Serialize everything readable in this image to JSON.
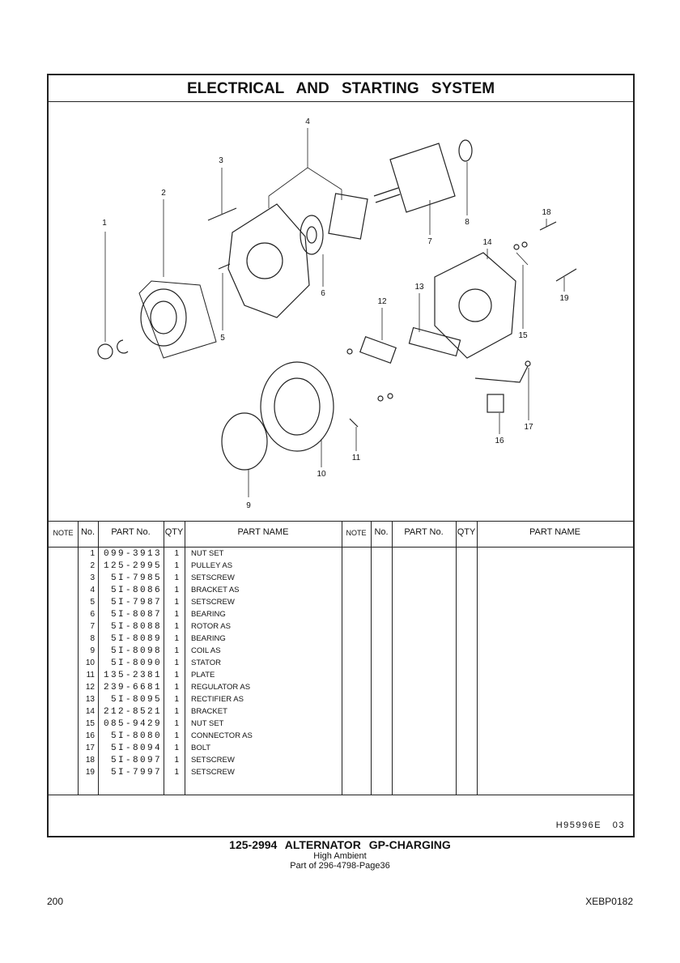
{
  "title": "ELECTRICAL AND STARTING SYSTEM",
  "diagram": {
    "callouts": [
      "1",
      "2",
      "3",
      "4",
      "5",
      "6",
      "7",
      "8",
      "9",
      "10",
      "11",
      "12",
      "13",
      "14",
      "15",
      "16",
      "17",
      "18",
      "19"
    ]
  },
  "table": {
    "headers": {
      "note": "NOTE",
      "no": "No.",
      "part_no": "PART No.",
      "qty": "QTY",
      "part_name": "PART NAME"
    },
    "rows": [
      {
        "no": "1",
        "part_no": "099-3913",
        "qty": "1",
        "name": "NUT SET"
      },
      {
        "no": "2",
        "part_no": "125-2995",
        "qty": "1",
        "name": "PULLEY AS"
      },
      {
        "no": "3",
        "part_no": "5I-7985",
        "qty": "1",
        "name": "SETSCREW"
      },
      {
        "no": "4",
        "part_no": "5I-8086",
        "qty": "1",
        "name": "BRACKET AS"
      },
      {
        "no": "5",
        "part_no": "5I-7987",
        "qty": "1",
        "name": "SETSCREW"
      },
      {
        "no": "6",
        "part_no": "5I-8087",
        "qty": "1",
        "name": "BEARING"
      },
      {
        "no": "7",
        "part_no": "5I-8088",
        "qty": "1",
        "name": "ROTOR AS"
      },
      {
        "no": "8",
        "part_no": "5I-8089",
        "qty": "1",
        "name": "BEARING"
      },
      {
        "no": "9",
        "part_no": "5I-8098",
        "qty": "1",
        "name": "COIL AS"
      },
      {
        "no": "10",
        "part_no": "5I-8090",
        "qty": "1",
        "name": "STATOR"
      },
      {
        "no": "11",
        "part_no": "135-2381",
        "qty": "1",
        "name": "PLATE"
      },
      {
        "no": "12",
        "part_no": "239-6681",
        "qty": "1",
        "name": "REGULATOR AS"
      },
      {
        "no": "13",
        "part_no": "5I-8095",
        "qty": "1",
        "name": "RECTIFIER AS"
      },
      {
        "no": "14",
        "part_no": "212-8521",
        "qty": "1",
        "name": "BRACKET"
      },
      {
        "no": "15",
        "part_no": "085-9429",
        "qty": "1",
        "name": "NUT SET"
      },
      {
        "no": "16",
        "part_no": "5I-8080",
        "qty": "1",
        "name": "CONNECTOR AS"
      },
      {
        "no": "17",
        "part_no": "5I-8094",
        "qty": "1",
        "name": "BOLT"
      },
      {
        "no": "18",
        "part_no": "5I-8097",
        "qty": "1",
        "name": "SETSCREW"
      },
      {
        "no": "19",
        "part_no": "5I-7997",
        "qty": "1",
        "name": "SETSCREW"
      }
    ]
  },
  "illustration_code": "H95996E   03",
  "caption": {
    "line1": "125-2994  ALTERNATOR GP-CHARGING",
    "line2": "High  Ambient",
    "line3": "Part of 296-4798-Page36"
  },
  "page_number": "200",
  "doc_id": "XEBP0182"
}
